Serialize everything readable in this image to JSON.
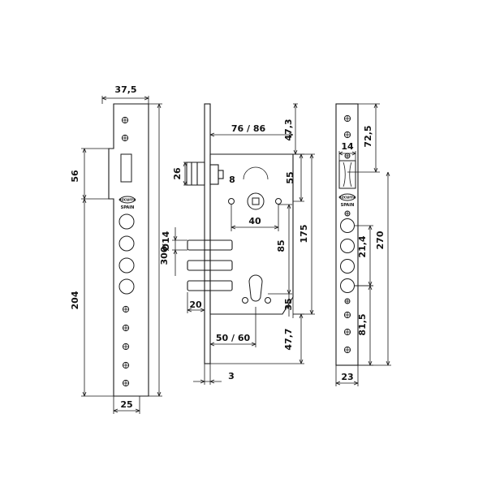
{
  "dimensions": {
    "left_top_width": "37,5",
    "left_notch_height": "56",
    "left_total_height": "300",
    "left_lower_height": "204",
    "left_bottom_width": "25",
    "mid_backset": "76 / 86",
    "mid_top_offset": "47,3",
    "mid_latch_height": "26",
    "mid_latch_small": "8",
    "mid_spindle_top": "55",
    "mid_spindle_width": "40",
    "mid_total_height": "175",
    "mid_bolt_diameter": "Ø14",
    "mid_center_distance": "85",
    "mid_bolt_throw": "20",
    "mid_cyl_lower": "35",
    "mid_cyl_backset": "50 / 60",
    "mid_bottom_offset": "47,7",
    "mid_faceplate": "3",
    "right_top": "72,5",
    "right_latch_width": "14",
    "right_total": "270",
    "right_bolt_spacing": "21,4",
    "right_lower": "81,5",
    "right_width": "23"
  },
  "brand": {
    "logo_text": "ezcurra",
    "country_left": "SPAIN",
    "country_right": "SPAIN"
  }
}
